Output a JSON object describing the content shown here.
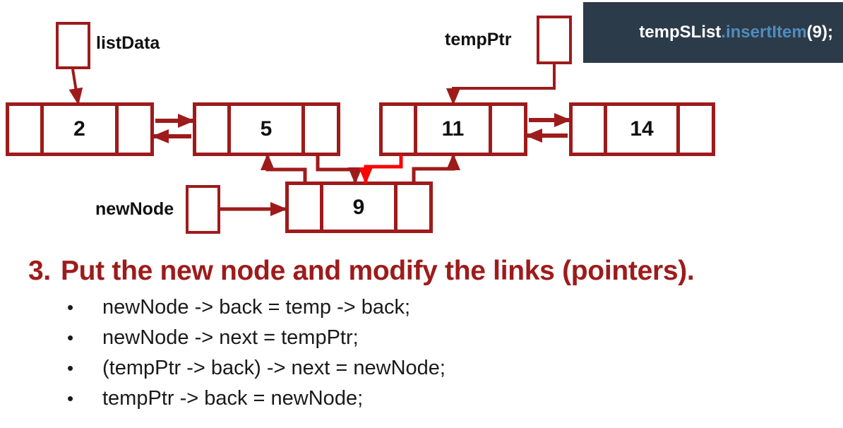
{
  "code_box": {
    "full_text": "tempSList.insertItem(9);",
    "parts": [
      {
        "text": "tempSList",
        "color": "#FFFFFF"
      },
      {
        "text": ".insertItem",
        "color": "#4F8CBE"
      },
      {
        "text": "(9);",
        "color": "#FFFFFF"
      }
    ],
    "background": "#2C3B4A"
  },
  "pointers": {
    "list_data": "listData",
    "temp_ptr": "tempPtr",
    "new_node": "newNode"
  },
  "node_values": [
    "2",
    "5",
    "11",
    "14",
    "9"
  ],
  "title": {
    "number": "3.",
    "text": "Put the new node and modify the links (pointers)."
  },
  "bullet_char": "•",
  "bullets": [
    "newNode -> back = temp -> back;",
    "newNode -> next = tempPtr;",
    "(tempPtr -> back) -> next = newNode;",
    "tempPtr -> back = newNode;"
  ],
  "colors": {
    "dark_red": "#9E1B1B",
    "highlight_red": "#F90606",
    "code_background": "#2C3B4A",
    "code_method_blue": "#4F8CBE",
    "text_black": "#111111"
  }
}
